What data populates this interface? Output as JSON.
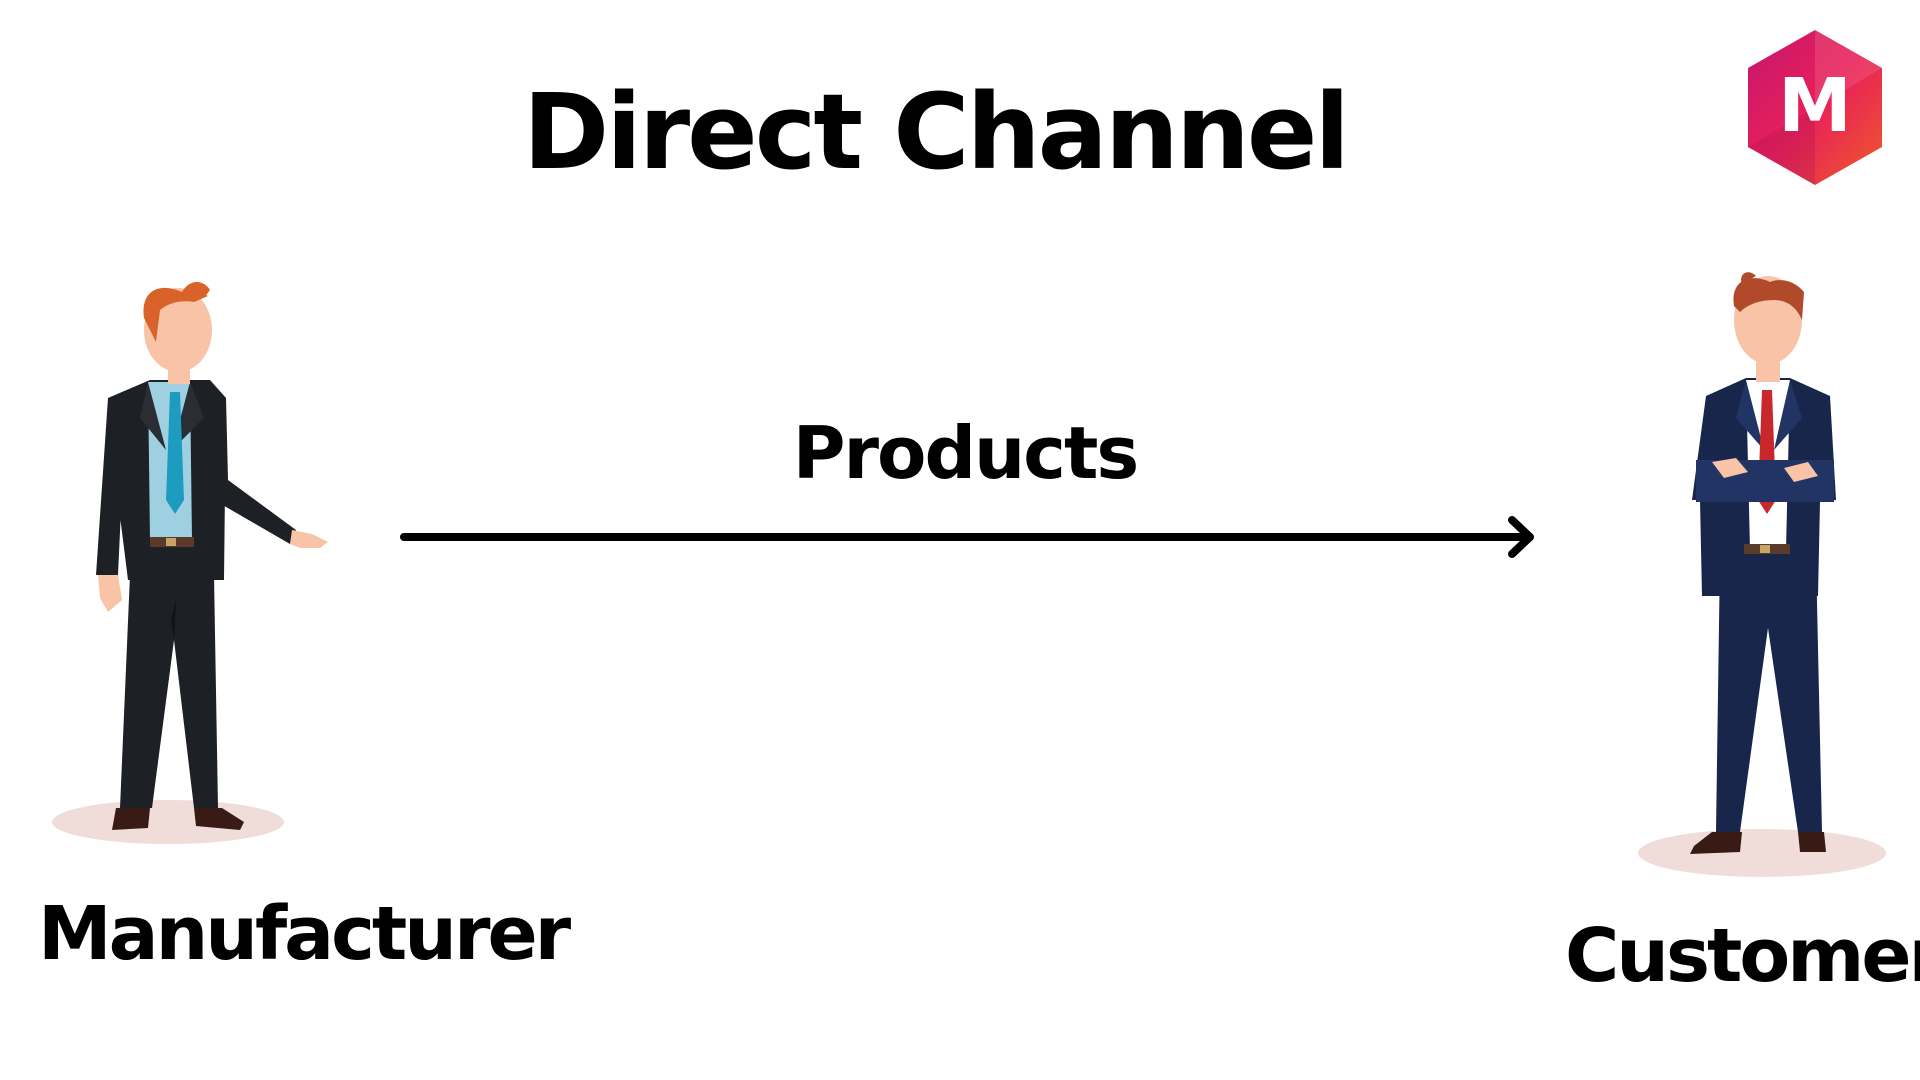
{
  "title": "Direct Channel",
  "nodes": {
    "source": {
      "label": "Manufacturer"
    },
    "target": {
      "label": "Customer"
    }
  },
  "edge": {
    "label": "Products",
    "color": "#000000"
  },
  "logo": {
    "letter": "M",
    "colors": [
      "#e8205a",
      "#c4166e",
      "#ee5a2a"
    ]
  },
  "colors": {
    "left_suit": "#1d2024",
    "left_shirt": "#9fd0e2",
    "left_tie": "#1e9cbf",
    "right_suit": "#19264c",
    "right_shirt": "#ffffff",
    "right_tie": "#c8282c",
    "hair": "#d9622b",
    "skin": "#f8c3a6",
    "shadow": "#f0dcd8"
  }
}
